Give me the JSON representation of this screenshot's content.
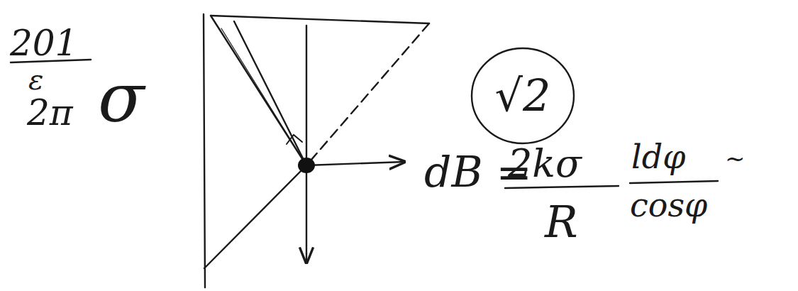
{
  "diagram": {
    "nodes": [
      {
        "text": [
          "√2"
        ]
      }
    ],
    "labels": [
      "σ",
      "201",
      "ε",
      "2π",
      "dB =",
      "2kσ",
      "R",
      "ldφ",
      "cosφ",
      "~"
    ]
  }
}
